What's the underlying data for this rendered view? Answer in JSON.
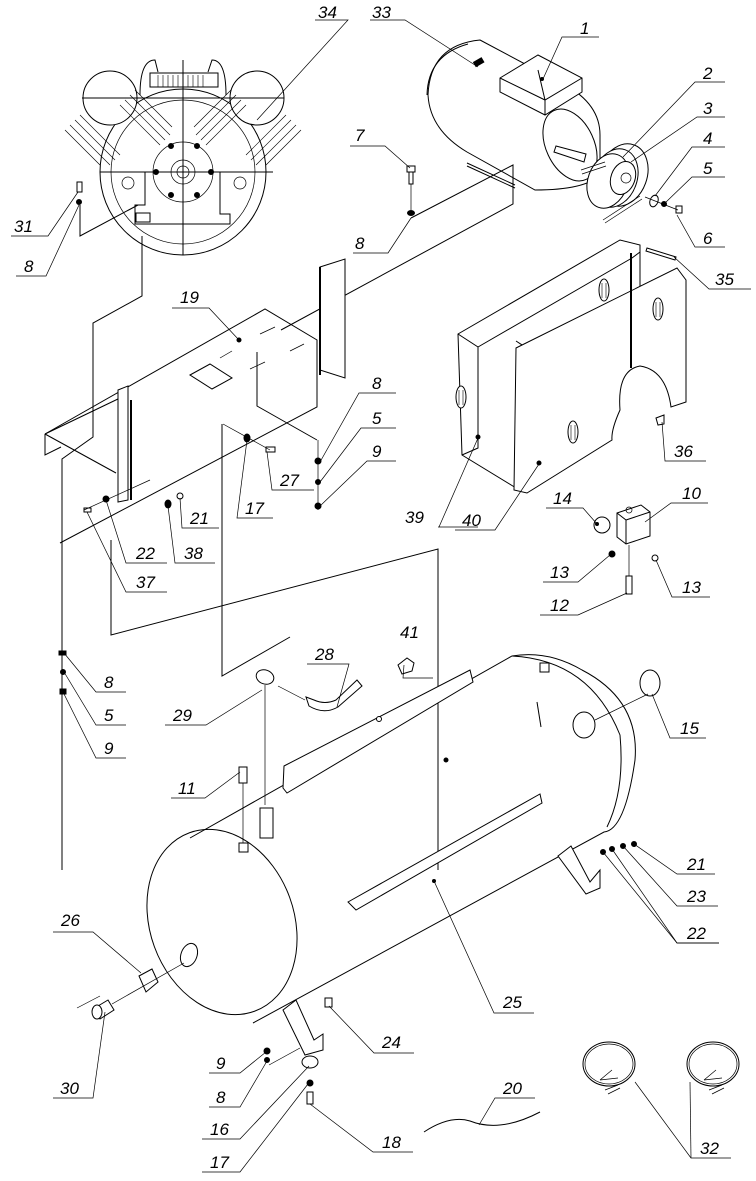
{
  "diagram": {
    "type": "exploded-parts-view",
    "subject": "air compressor assembly",
    "callouts": [
      {
        "id": "c34",
        "label": "34"
      },
      {
        "id": "c33",
        "label": "33"
      },
      {
        "id": "c1",
        "label": "1"
      },
      {
        "id": "c2",
        "label": "2"
      },
      {
        "id": "c3",
        "label": "3"
      },
      {
        "id": "c4",
        "label": "4"
      },
      {
        "id": "c5a",
        "label": "5"
      },
      {
        "id": "c6",
        "label": "6"
      },
      {
        "id": "c7",
        "label": "7"
      },
      {
        "id": "c8a",
        "label": "8"
      },
      {
        "id": "c31",
        "label": "31"
      },
      {
        "id": "c8b",
        "label": "8"
      },
      {
        "id": "c35",
        "label": "35"
      },
      {
        "id": "c19",
        "label": "19"
      },
      {
        "id": "c8c",
        "label": "8"
      },
      {
        "id": "c5b",
        "label": "5"
      },
      {
        "id": "c9a",
        "label": "9"
      },
      {
        "id": "c27",
        "label": "27"
      },
      {
        "id": "c17a",
        "label": "17"
      },
      {
        "id": "c21a",
        "label": "21"
      },
      {
        "id": "c22a",
        "label": "22"
      },
      {
        "id": "c38",
        "label": "38"
      },
      {
        "id": "c37",
        "label": "37"
      },
      {
        "id": "c39",
        "label": "39"
      },
      {
        "id": "c40",
        "label": "40"
      },
      {
        "id": "c36",
        "label": "36"
      },
      {
        "id": "c14",
        "label": "14"
      },
      {
        "id": "c10",
        "label": "10"
      },
      {
        "id": "c13a",
        "label": "13"
      },
      {
        "id": "c13b",
        "label": "13"
      },
      {
        "id": "c12",
        "label": "12"
      },
      {
        "id": "c8d",
        "label": "8"
      },
      {
        "id": "c5c",
        "label": "5"
      },
      {
        "id": "c9b",
        "label": "9"
      },
      {
        "id": "c28",
        "label": "28"
      },
      {
        "id": "c41",
        "label": "41"
      },
      {
        "id": "c29",
        "label": "29"
      },
      {
        "id": "c15",
        "label": "15"
      },
      {
        "id": "c11",
        "label": "11"
      },
      {
        "id": "c21b",
        "label": "21"
      },
      {
        "id": "c23",
        "label": "23"
      },
      {
        "id": "c22b",
        "label": "22"
      },
      {
        "id": "c26",
        "label": "26"
      },
      {
        "id": "c25",
        "label": "25"
      },
      {
        "id": "c24",
        "label": "24"
      },
      {
        "id": "c30",
        "label": "30"
      },
      {
        "id": "c9c",
        "label": "9"
      },
      {
        "id": "c8e",
        "label": "8"
      },
      {
        "id": "c16",
        "label": "16"
      },
      {
        "id": "c17b",
        "label": "17"
      },
      {
        "id": "c18",
        "label": "18"
      },
      {
        "id": "c20",
        "label": "20"
      },
      {
        "id": "c32",
        "label": "32"
      }
    ]
  }
}
